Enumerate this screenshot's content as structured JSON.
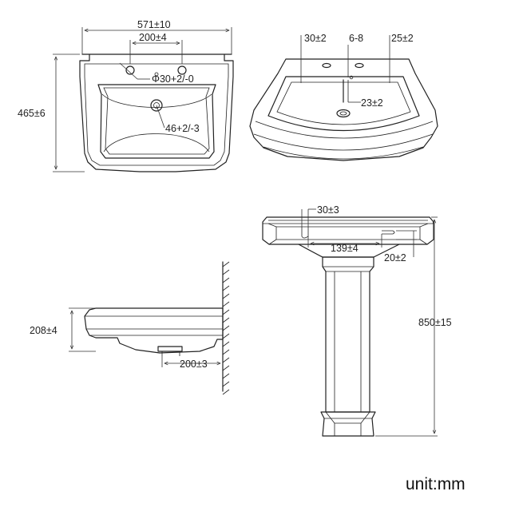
{
  "top_view": {
    "width_dim": "571±10",
    "tap_spacing_dim": "200±4",
    "tap_hole_dim": "Φ30+2/-0",
    "waste_dim": "46+2/-3",
    "depth_dim": "465±6"
  },
  "perspective_view": {
    "left_dim": "30±2",
    "center_dim": "6-8",
    "right_dim": "25±2",
    "bottom_dim": "23±2"
  },
  "side_view": {
    "height_dim": "208±4",
    "projection_dim": "200±3"
  },
  "front_view": {
    "top_dim": "30±3",
    "mid_dim": "139±4",
    "right_dim": "20±2",
    "total_height_dim": "850±15"
  },
  "unit_label": "unit:mm"
}
